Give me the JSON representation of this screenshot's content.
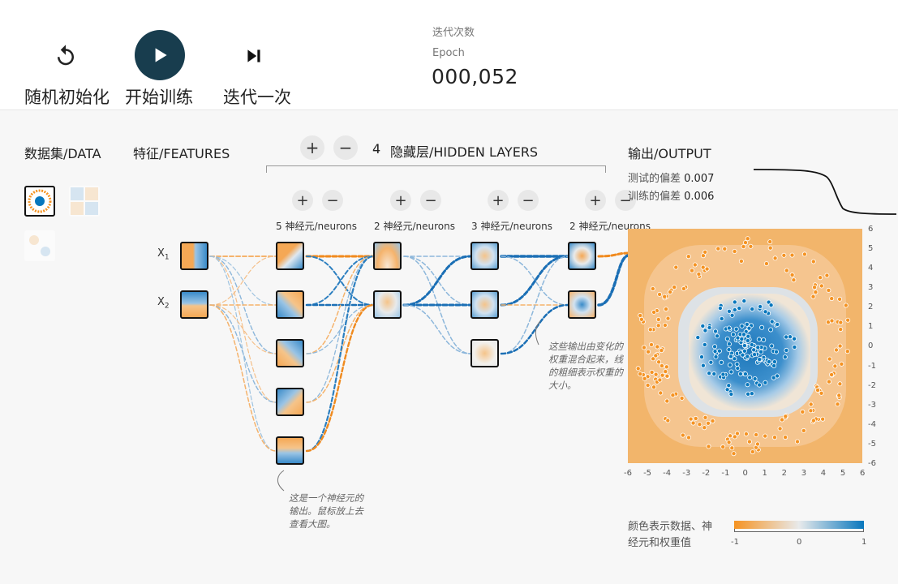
{
  "controls": {
    "reset_label": "随机初始化",
    "play_label": "开始训练",
    "step_label": "迭代一次"
  },
  "epoch": {
    "caption_cn": "迭代次数",
    "caption_en": "Epoch",
    "value": "000,052"
  },
  "sections": {
    "data": "数据集/DATA",
    "features": "特征/FEATURES",
    "hidden_count": "4",
    "hidden": "隐藏层/HIDDEN LAYERS",
    "output": "输出/OUTPUT"
  },
  "layers": [
    {
      "label": "5 神经元/neurons"
    },
    {
      "label": "2 神经元/neurons"
    },
    {
      "label": "3 神经元/neurons"
    },
    {
      "label": "2 神经元/neurons"
    }
  ],
  "features": [
    {
      "label": "X",
      "sub": "1"
    },
    {
      "label": "X",
      "sub": "2"
    }
  ],
  "loss": {
    "test_label": "测试的偏差",
    "test_value": "0.007",
    "train_label": "训练的偏差",
    "train_value": "0.006"
  },
  "notes": {
    "neuron": [
      "这是一个神经元的",
      "输出。鼠标放上去",
      "查看大图。"
    ],
    "weights": [
      "这些输出由变化的",
      "权重混合起来，线",
      "的粗细表示权重的",
      "大小。"
    ]
  },
  "axis": {
    "x_ticks": [
      "-6",
      "-5",
      "-4",
      "-3",
      "-2",
      "-1",
      "0",
      "1",
      "2",
      "3",
      "4",
      "5",
      "6"
    ],
    "y_ticks": [
      "6",
      "5",
      "4",
      "3",
      "2",
      "1",
      "0",
      "-1",
      "-2",
      "-3",
      "-4",
      "-5",
      "-6"
    ]
  },
  "colorbar": {
    "label_lines": [
      "颜色表示数据、神",
      "经元和权重值"
    ],
    "ticks": [
      "-1",
      "0",
      "1"
    ],
    "neg_color": "#f59322",
    "mid_color": "#e8eaeb",
    "pos_color": "#0877bd"
  }
}
